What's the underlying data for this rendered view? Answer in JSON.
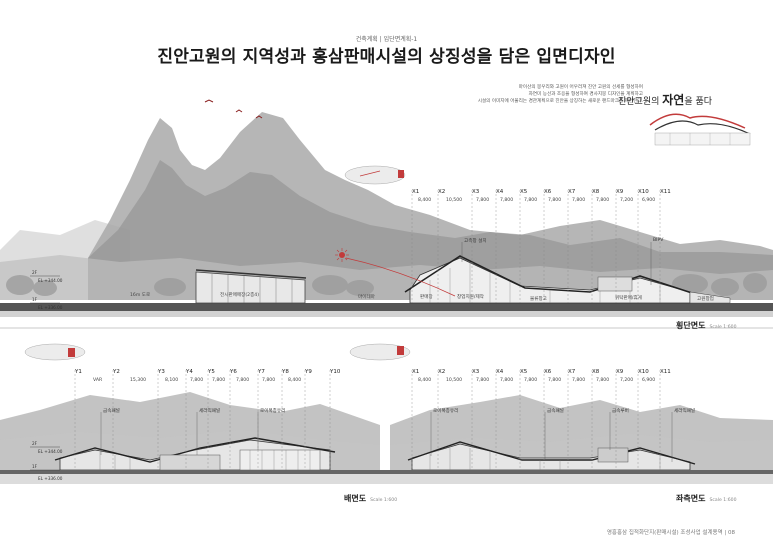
{
  "header": {
    "category": "건축계획 | 입단면계획-1",
    "title": "진안고원의 지역성과 홍삼판매시설의 상징성을 담은 입면디자인"
  },
  "concept": {
    "lines": [
      "마이산의 봉우리와 고원이 어우러져 진안 고원의 선세를 형성하며",
      "자연미 능선과 조응을 형성하여 경사지붕 디자인을 계획하고",
      "시설의 이미지에 어울리는 경관계획으로 진안을 상징하는 새로운 랜드마크를 제안한다."
    ],
    "tag_prefix": "진안고원의 ",
    "tag_bold": "자연",
    "tag_suffix": "을 품다"
  },
  "section_cross": {
    "name": "횡단면도",
    "scale": "Scale 1:600",
    "grid": [
      "X1",
      "X2",
      "X3",
      "X4",
      "X5",
      "X6",
      "X7",
      "X8",
      "X9",
      "X10",
      "X11"
    ],
    "dims": [
      "8,400",
      "10,500",
      "7,800",
      "7,800",
      "7,800",
      "7,800",
      "7,800",
      "7,800",
      "7,200",
      "6,900"
    ],
    "callouts": [
      "고측창 설치",
      "BIPV"
    ],
    "spaces": [
      "전시판매매장(2층4)",
      "마이테마",
      "판매장",
      "창업지원/제작",
      "물류창고",
      "위탁판매/휴게",
      "고원창업"
    ],
    "road": "16m 도로",
    "levels": {
      "f2": "2F",
      "f2_el": "EL +344.00",
      "f1": "1F",
      "f1_el": "EL +336.00"
    }
  },
  "section_rear": {
    "name": "배면도",
    "scale": "Scale 1:600",
    "grid": [
      "Y1",
      "Y2",
      "Y3",
      "Y4",
      "Y5",
      "Y6",
      "Y7",
      "Y8",
      "Y9",
      "Y10"
    ],
    "dims": [
      "VAR",
      "15,300",
      "8,100",
      "7,800",
      "7,800",
      "7,800",
      "7,800",
      "8,400"
    ],
    "callouts": [
      "금속패널",
      "세라믹패널",
      "로이복층유리"
    ],
    "levels": {
      "f2": "2F",
      "f2_el": "EL +344.00",
      "f1": "1F",
      "f1_el": "EL +336.00"
    }
  },
  "section_left": {
    "name": "좌측면도",
    "scale": "Scale 1:600",
    "grid": [
      "X1",
      "X2",
      "X3",
      "X4",
      "X5",
      "X6",
      "X7",
      "X8",
      "X9",
      "X10",
      "X11"
    ],
    "dims": [
      "8,400",
      "10,500",
      "7,800",
      "7,800",
      "7,800",
      "7,800",
      "7,800",
      "7,800",
      "7,200",
      "6,900"
    ],
    "callouts": [
      "로이복층유리",
      "금속패널",
      "금속루버",
      "세라믹패널"
    ]
  },
  "footer": {
    "text": "영흥홍삼 집적화단지(판매시설) 조성사업 설계용역 | 08"
  }
}
